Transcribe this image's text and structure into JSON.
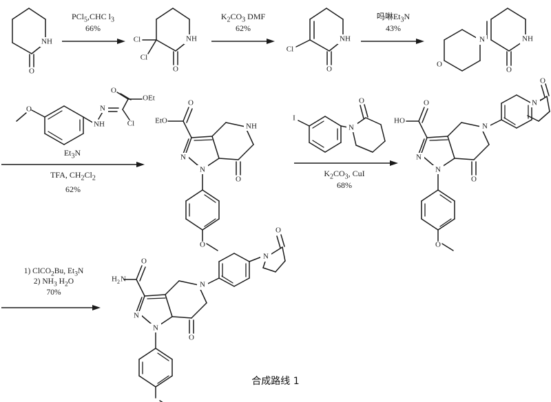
{
  "document": {
    "caption": "合成路线 1",
    "title": "合成路线 1"
  },
  "rows": [
    {
      "id": "row-1",
      "steps": [
        {
          "id": "step-1",
          "reagents": [
            "PCl5,CHC l3"
          ],
          "yield": "66%",
          "reagent_lines": [
            "PCl",
            "5",
            ",CHC l",
            "3"
          ]
        },
        {
          "id": "step-2",
          "reagents": [
            "K2CO3 DMF"
          ],
          "yield": "62%"
        },
        {
          "id": "step-3",
          "reagents": [
            "吗啉Et3N"
          ],
          "yield": "43%"
        }
      ],
      "structures": [
        {
          "id": "piperidin-2-one",
          "labels": [
            "NH",
            "O"
          ]
        },
        {
          "id": "3,3-dichloropiperidin-2-one",
          "labels": [
            "Cl",
            "Cl",
            "NH",
            "O"
          ]
        },
        {
          "id": "3-chloro-5,6-dihydropyridin-2(1H)-one",
          "labels": [
            "Cl",
            "NH",
            "O"
          ]
        },
        {
          "id": "3-morpholino-5,6-dihydropyridin-2(1H)-one",
          "labels": [
            "O",
            "N",
            "NH",
            "O"
          ]
        }
      ]
    },
    {
      "id": "row-2",
      "steps": [
        {
          "id": "step-4",
          "reagents_above": "hydrazonoyl chloride ethyl ester",
          "base": "Et3N",
          "solvent": "TFA, CH2Cl2",
          "yield": "62%"
        },
        {
          "id": "step-5",
          "reagents_above": "1-(4-iodophenyl)piperidin-2-one",
          "catalyst": "K2CO3, CuI",
          "yield": "68%"
        }
      ],
      "structures": [
        {
          "id": "ethyl-ester-pyrazolopyridinone",
          "labels": [
            "EtO",
            "O",
            "N",
            "N",
            "NH",
            "O",
            "O"
          ]
        },
        {
          "id": "carboxylic-acid-apixaban-intermediate",
          "labels": [
            "HO",
            "O",
            "N",
            "N",
            "N",
            "O",
            "N",
            "O",
            "O"
          ]
        }
      ]
    },
    {
      "id": "row-3",
      "steps": [
        {
          "id": "step-6",
          "line1": "1) ClCO2Bu, Et3N",
          "line2": "2) NH3 H2O",
          "yield": "70%"
        }
      ],
      "structures": [
        {
          "id": "apixaban",
          "labels": [
            "H2N",
            "O",
            "N",
            "N",
            "N",
            "O",
            "N",
            "O",
            "O"
          ]
        }
      ]
    }
  ],
  "labels": {
    "NH": "NH",
    "N": "N",
    "O": "O",
    "Cl": "Cl",
    "I": "I",
    "OEt": "OEt",
    "EtO": "EtO",
    "HO": "HO",
    "H2N": "H",
    "H2N_sub": "2",
    "H2N_rest": "N",
    "Et3N": "Et",
    "Et3N_sub": "3",
    "Et3N_rest": "N"
  },
  "conditions_text": {
    "s1_l1_a": "PCl",
    "s1_l1_b": "5",
    "s1_l1_c": ",CHC l",
    "s1_l1_d": "3",
    "s1_yield": "66%",
    "s2_l1_a": "K",
    "s2_l1_b": "2",
    "s2_l1_c": "CO",
    "s2_l1_d": "3",
    "s2_l1_e": " DMF",
    "s2_yield": "62%",
    "s3_l1_a": "吗啉Et",
    "s3_l1_b": "3",
    "s3_l1_c": "N",
    "s3_yield": "43%",
    "s4_base_a": "Et",
    "s4_base_b": "3",
    "s4_base_c": "N",
    "s4_solv_a": "TFA, CH",
    "s4_solv_b": "2",
    "s4_solv_c": "Cl",
    "s4_solv_d": "2",
    "s4_yield": "62%",
    "s5_l1_a": "K",
    "s5_l1_b": "2",
    "s5_l1_c": "CO",
    "s5_l1_d": "3",
    "s5_l1_e": ", CuI",
    "s5_yield": "68%",
    "s6_l1_a": "1) ClCO",
    "s6_l1_b": "2",
    "s6_l1_c": "Bu, Et",
    "s6_l1_d": "3",
    "s6_l1_e": "N",
    "s6_l2_a": "2) NH",
    "s6_l2_b": "3",
    "s6_l2_c": " H",
    "s6_l2_d": "2",
    "s6_l2_e": "O",
    "s6_yield": "70%"
  },
  "colors": {
    "ink": "#1a1a1a",
    "background": "#ffffff"
  }
}
